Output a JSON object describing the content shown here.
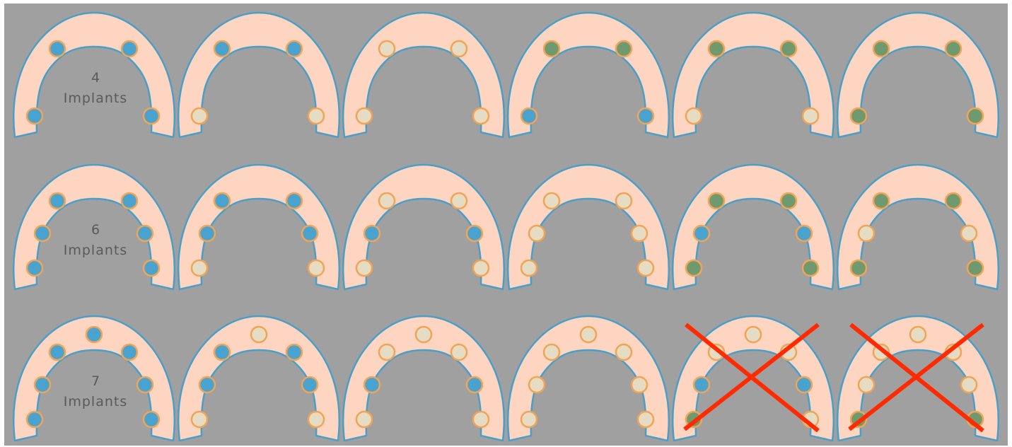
{
  "colors": {
    "background": "#a0a0a0",
    "arch_fill": "#fdd5c0",
    "arch_stroke": "#4a9fc9",
    "ring": "#f2a455",
    "blue": "#4aa3cf",
    "green": "#6f9a6f",
    "empty": "#e6dcc4",
    "cross": "#ff2a00"
  },
  "rows": [
    {
      "label_top": "4",
      "label_bottom": "Implants",
      "positions": [
        "upper-left",
        "upper-right",
        "lower-left",
        "lower-right"
      ],
      "arches": [
        {
          "dots": [
            "blue",
            "blue",
            "blue",
            "blue"
          ],
          "crossed": false
        },
        {
          "dots": [
            "blue",
            "blue",
            "empty",
            "empty"
          ],
          "crossed": false
        },
        {
          "dots": [
            "empty",
            "empty",
            "empty",
            "empty"
          ],
          "crossed": false
        },
        {
          "dots": [
            "green",
            "green",
            "blue",
            "blue"
          ],
          "crossed": false
        },
        {
          "dots": [
            "green",
            "green",
            "empty",
            "empty"
          ],
          "crossed": false
        },
        {
          "dots": [
            "green",
            "green",
            "green",
            "green"
          ],
          "crossed": false
        }
      ]
    },
    {
      "label_top": "6",
      "label_bottom": "Implants",
      "positions": [
        "upper-left",
        "upper-right",
        "mid-left",
        "mid-right",
        "lower-left",
        "lower-right"
      ],
      "arches": [
        {
          "dots": [
            "blue",
            "blue",
            "blue",
            "blue",
            "blue",
            "blue"
          ],
          "crossed": false
        },
        {
          "dots": [
            "blue",
            "blue",
            "blue",
            "blue",
            "empty",
            "empty"
          ],
          "crossed": false
        },
        {
          "dots": [
            "empty",
            "empty",
            "blue",
            "blue",
            "empty",
            "empty"
          ],
          "crossed": false
        },
        {
          "dots": [
            "empty",
            "empty",
            "empty",
            "empty",
            "empty",
            "empty"
          ],
          "crossed": false
        },
        {
          "dots": [
            "green",
            "green",
            "blue",
            "blue",
            "green",
            "green"
          ],
          "crossed": false
        },
        {
          "dots": [
            "green",
            "green",
            "empty",
            "empty",
            "green",
            "green"
          ],
          "crossed": false
        }
      ]
    },
    {
      "label_top": "7",
      "label_bottom": "Implants",
      "positions": [
        "top",
        "upper-left",
        "upper-right",
        "mid-left",
        "mid-right",
        "lower-left",
        "lower-right"
      ],
      "arches": [
        {
          "dots": [
            "blue",
            "blue",
            "blue",
            "blue",
            "blue",
            "blue",
            "blue"
          ],
          "crossed": false
        },
        {
          "dots": [
            "empty",
            "blue",
            "blue",
            "blue",
            "blue",
            "empty",
            "empty"
          ],
          "crossed": false
        },
        {
          "dots": [
            "empty",
            "empty",
            "empty",
            "blue",
            "blue",
            "empty",
            "empty"
          ],
          "crossed": false
        },
        {
          "dots": [
            "empty",
            "empty",
            "empty",
            "empty",
            "empty",
            "empty",
            "empty"
          ],
          "crossed": false
        },
        {
          "dots": [
            "empty",
            "empty",
            "empty",
            "blue",
            "blue",
            "green",
            "empty"
          ],
          "crossed": true
        },
        {
          "dots": [
            "empty",
            "empty",
            "empty",
            "empty",
            "empty",
            "green",
            "green"
          ],
          "crossed": true
        }
      ]
    }
  ]
}
